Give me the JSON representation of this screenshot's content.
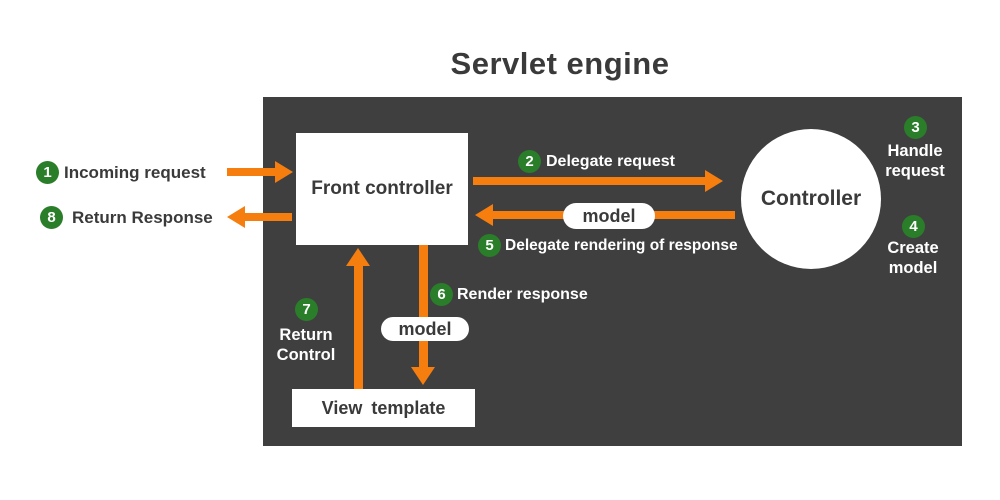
{
  "title": "Servlet engine",
  "colors": {
    "arrow_orange": "#F57E0F",
    "badge_green": "#2A7E2A",
    "panel_dark": "#3F3F3F",
    "text_dark": "#3A3A3A",
    "node_white": "#FFFFFF"
  },
  "nodes": {
    "front_controller": "Front controller",
    "controller": "Controller",
    "view_template": "View template"
  },
  "model_tag": "model",
  "steps": [
    {
      "num": "1",
      "label": "Incoming request"
    },
    {
      "num": "2",
      "label": "Delegate request"
    },
    {
      "num": "3",
      "line1": "Handle",
      "line2": "request"
    },
    {
      "num": "4",
      "line1": "Create",
      "line2": "model"
    },
    {
      "num": "5",
      "label": "Delegate rendering of response"
    },
    {
      "num": "6",
      "label": "Render response"
    },
    {
      "num": "7",
      "line1": "Return",
      "line2": "Control"
    },
    {
      "num": "8",
      "label": "Return Response"
    }
  ]
}
